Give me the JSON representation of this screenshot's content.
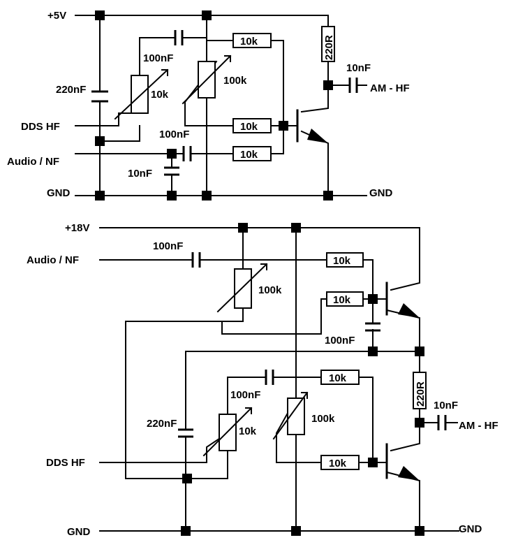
{
  "circuit_top": {
    "supply_label": "+5V",
    "gnd_left": "GND",
    "gnd_right": "GND",
    "input_dds": "DDS HF",
    "input_audio": "Audio / NF",
    "output_label": "AM - HF",
    "c_dds": "220nF",
    "c_pot": "100nF",
    "c_audio": "100nF",
    "c_audio_gnd": "10nF",
    "c_out": "10nF",
    "r_collector": "220R",
    "pot_dds": "10k",
    "pot_bias": "100k",
    "r_top": "10k",
    "r_mid": "10k",
    "r_bot": "10k"
  },
  "circuit_bottom": {
    "supply_label": "+18V",
    "gnd_left": "GND",
    "gnd_right": "GND",
    "input_audio": "Audio / NF",
    "input_dds": "DDS HF",
    "output_label": "AM - HF",
    "c_audio": "100nF",
    "c_base": "100nF",
    "c_pot": "100nF",
    "c_dds": "220nF",
    "c_out": "10nF",
    "r_collector": "220R",
    "pot_upper": "100k",
    "pot_dds": "10k",
    "pot_lower": "100k",
    "r_u1": "10k",
    "r_u2": "10k",
    "r_l1": "10k",
    "r_l2": "10k"
  }
}
